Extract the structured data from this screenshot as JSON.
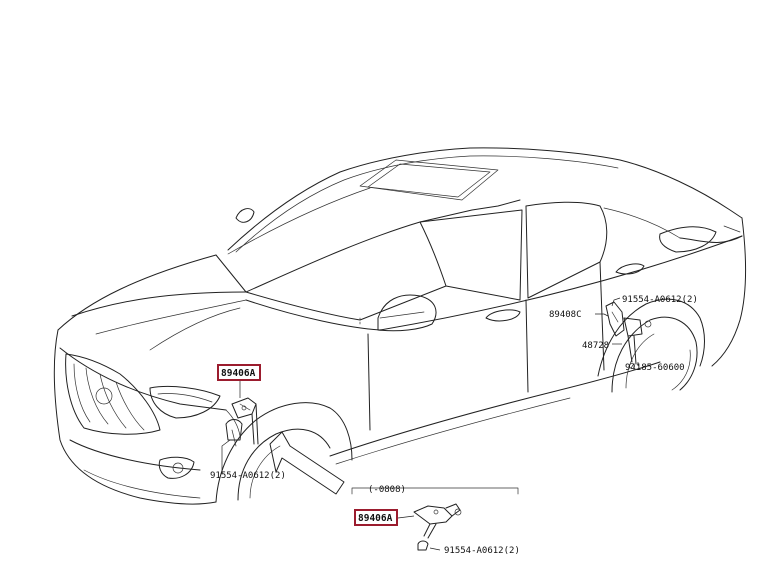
{
  "diagram": {
    "callouts": {
      "sensor_front": "89406A",
      "sensor_front_inset": "89406A",
      "sensor_rear": "89408C",
      "bracket_rear": "48728",
      "bolt_front": "91554-A0612(2)",
      "bolt_rear_top": "91554-A0612(2)",
      "bolt_rear_bottom": "94185-60600",
      "bolt_inset": "91554-A0612(2)",
      "inset_date": "(-0808)"
    },
    "highlight_color": "#9b1c2e"
  }
}
